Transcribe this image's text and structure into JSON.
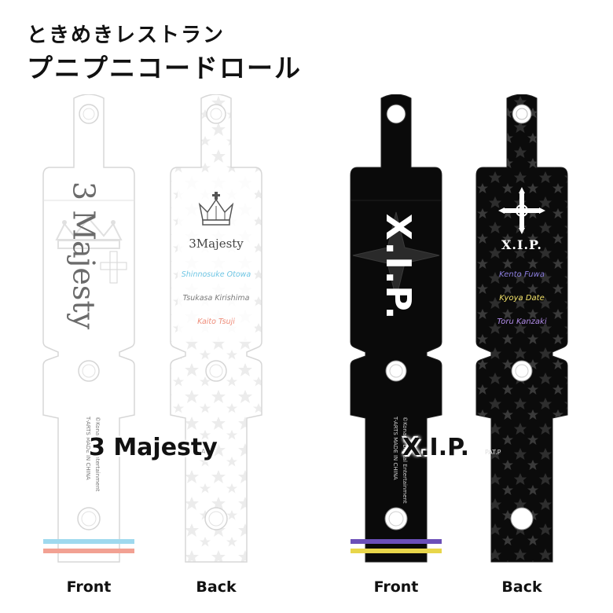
{
  "header": {
    "title_line1": "ときめきレストラン",
    "title_line2": "プニプニコードロール"
  },
  "products": [
    {
      "group": "3 Majesty",
      "front": {
        "caption": "Front",
        "logo_text": "3 Majesty",
        "copyright": "©Kona",
        "copyright2": "entertainment",
        "made_in": "T-ARTS MADE IN CHINA"
      },
      "back": {
        "caption": "Back",
        "logo_text": "3Majesty",
        "members": [
          "Shinnosuke Otowa",
          "Tsukasa Kirishima",
          "Kaito Tsuji"
        ],
        "member_colors": [
          "#6fc6e4",
          "#7a7a7a",
          "#ee8d7a"
        ],
        "pat_mark": "AT.P"
      },
      "stripe_colors": [
        "#9fd9ee",
        "#f2a193"
      ]
    },
    {
      "group": "X.I.P.",
      "front": {
        "caption": "Front",
        "logo_text": "X.I.P.",
        "copyright": "©Konami Digital Entertainment",
        "made_in": "T-ARTS MADE IN CHINA"
      },
      "back": {
        "caption": "Back",
        "logo_text": "X.I.P.",
        "members": [
          "Kento Fuwa",
          "Kyoya Date",
          "Toru Kanzaki"
        ],
        "member_colors": [
          "#8d7fe0",
          "#f3e36a",
          "#b08be8"
        ],
        "pat_mark": "PAT.P"
      },
      "stripe_colors": [
        "#6b4fb8",
        "#e8d64a"
      ]
    }
  ]
}
